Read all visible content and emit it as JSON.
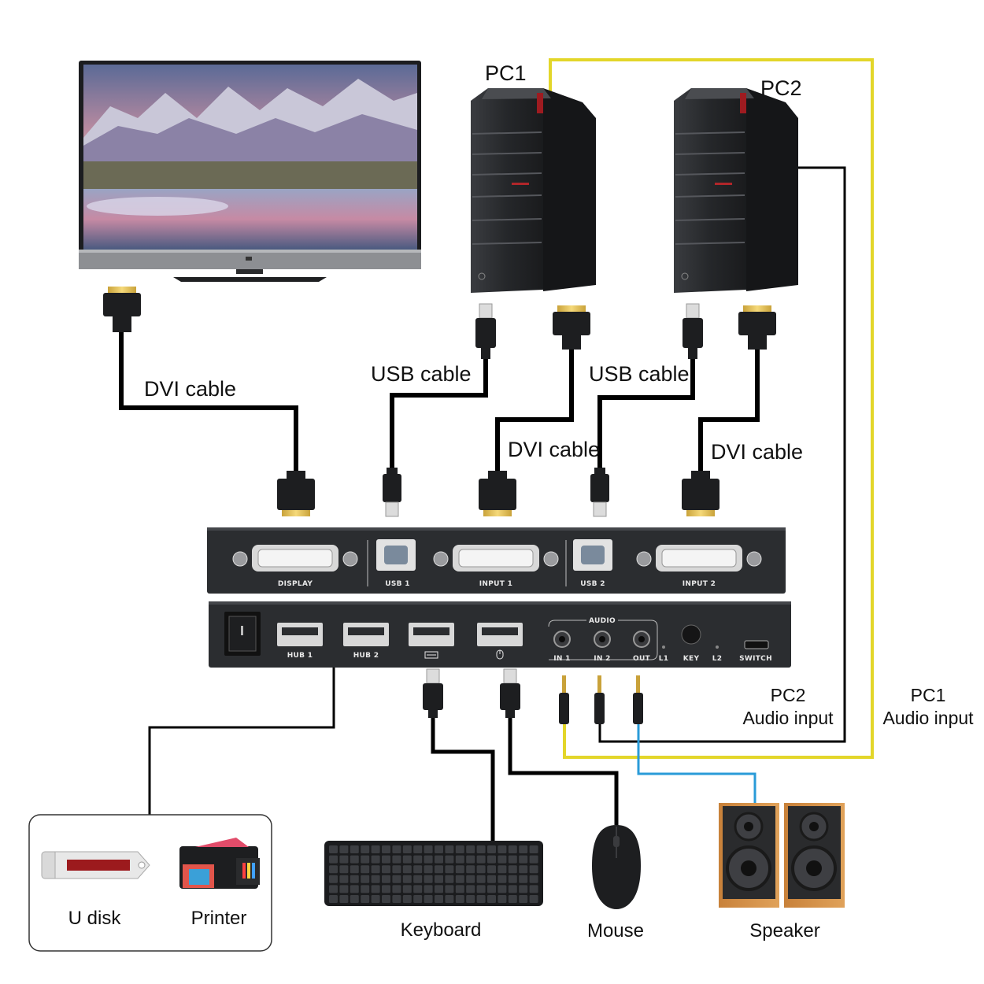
{
  "computers": [
    {
      "label": "PC1"
    },
    {
      "label": "PC2"
    }
  ],
  "cables": {
    "dvi_display": "DVI cable",
    "usb_pc1": "USB cable",
    "dvi_pc1": "DVI cable",
    "usb_pc2": "USB cable",
    "dvi_pc2": "DVI cable"
  },
  "kvm_back_ports": [
    "DISPLAY",
    "USB 1",
    "INPUT 1",
    "USB 2",
    "INPUT 2"
  ],
  "kvm_front_ports": {
    "hub1": "HUB 1",
    "hub2": "HUB 2",
    "audio_title": "AUDIO",
    "in1": "IN 1",
    "in2": "IN 2",
    "out": "OUT",
    "l1": "L1",
    "key": "KEY",
    "l2": "L2",
    "switch": "SWITCH"
  },
  "audio_inputs": {
    "pc2_name": "PC2",
    "pc2_text": "Audio input",
    "pc1_name": "PC1",
    "pc1_text": "Audio input"
  },
  "peripherals": {
    "udisk": "U disk",
    "printer": "Printer",
    "keyboard": "Keyboard",
    "mouse": "Mouse",
    "speaker": "Speaker"
  },
  "colors": {
    "cable_black": "#000000",
    "cable_yellow": "#e3d62a",
    "cable_blue": "#2a9bd8",
    "device_dark": "#2b2d30"
  }
}
